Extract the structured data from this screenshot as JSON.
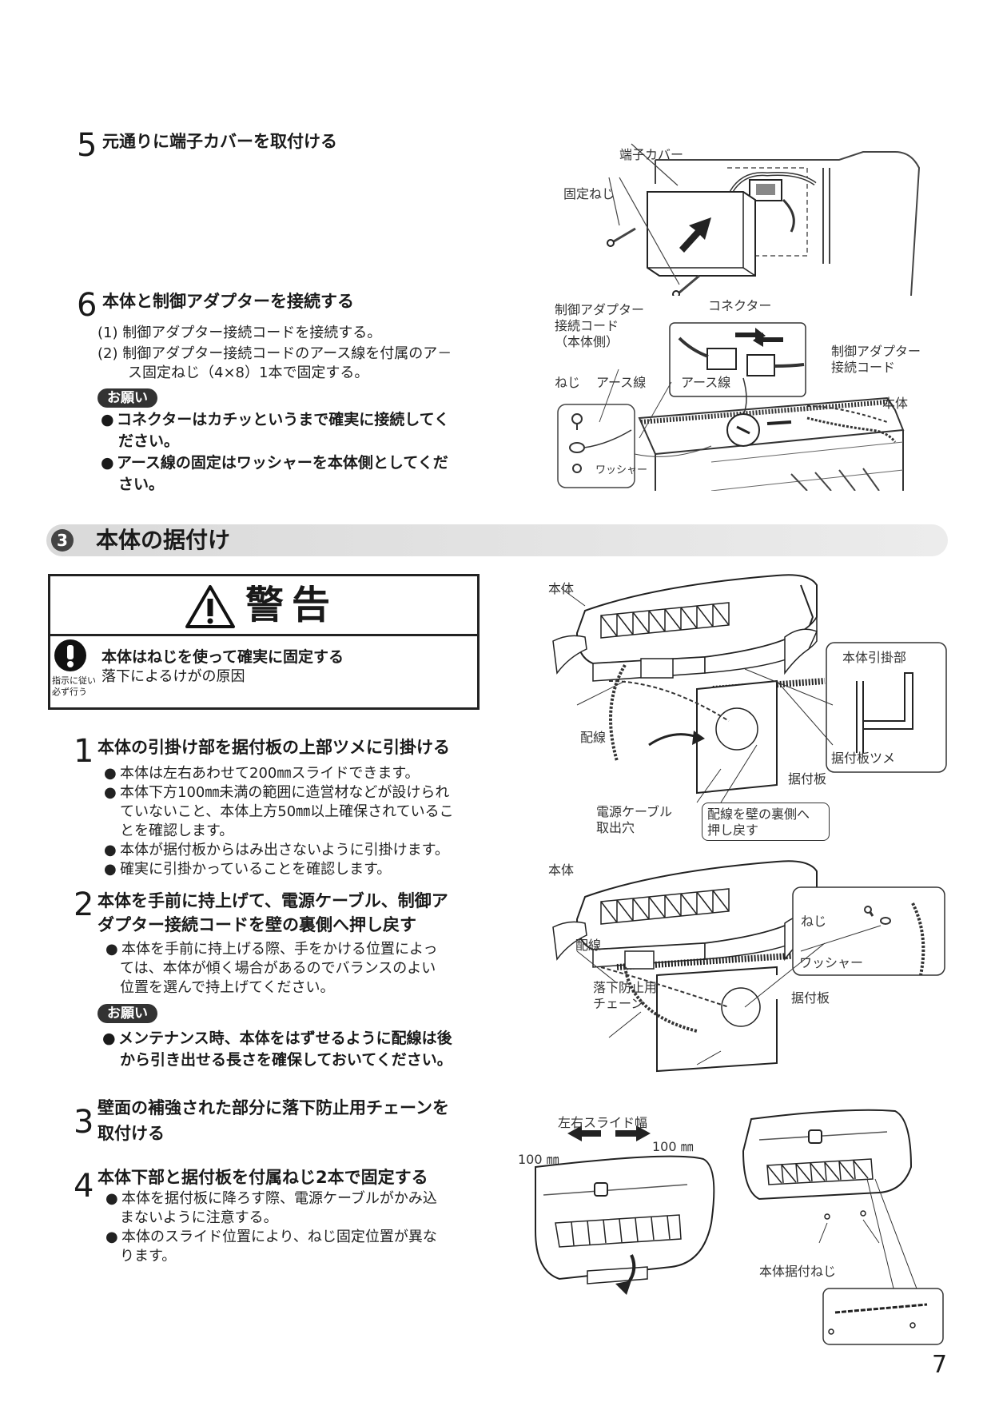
{
  "step5": {
    "num": "5",
    "title": "元通りに端子カバーを取付ける"
  },
  "fig5": {
    "label_cover": "端子カバー",
    "label_screw": "固定ねじ"
  },
  "step6": {
    "num": "6",
    "title": "本体と制御アダプターを接続する",
    "items": [
      "(1) 制御アダプター接続コードを接続する。",
      "(2) 制御アダプター接続コードのアース線を付属のア－",
      "ス固定ねじ（4×8）1本で固定する。"
    ],
    "onegai": "お願い",
    "notes": [
      {
        "bullet": "●",
        "line1": "コネクターはカチッというまで確実に接続してく",
        "line2": "ださい。"
      },
      {
        "bullet": "●",
        "line1": "アース線の固定はワッシャーを本体側としてくだ",
        "line2": "さい。"
      }
    ]
  },
  "fig6": {
    "label_cord_l1": "制御アダプター",
    "label_cord_l2": "接続コード",
    "label_cord_l3": "（本体側）",
    "label_connector": "コネクター",
    "label_cord_r1": "制御アダプター",
    "label_cord_r2": "接続コード",
    "label_screw": "ねじ",
    "label_earth": "アース線",
    "label_earth2": "アース線",
    "label_body": "本体",
    "label_washer": "ワッシャー"
  },
  "section3": {
    "num": "3",
    "title": "本体の据付け"
  },
  "warning": {
    "title": "警告",
    "line1": "本体はねじを使って確実に固定する",
    "line2": "落下によるけがの原因",
    "icon_caption1": "指示に従い",
    "icon_caption2": "必ず行う"
  },
  "s3step1": {
    "num": "1",
    "title": "本体の引掛け部を据付板の上部ツメに引掛ける",
    "bullets": [
      {
        "b": "●",
        "lines": [
          "本体は左右あわせて200㎜スライドできます。"
        ]
      },
      {
        "b": "●",
        "lines": [
          "本体下方100㎜未満の範囲に造営材などが設けられ",
          "ていないこと、本体上方50㎜以上確保されているこ",
          "とを確認します。"
        ]
      },
      {
        "b": "●",
        "lines": [
          "本体が据付板からはみ出さないように引掛けます。"
        ]
      },
      {
        "b": "●",
        "lines": [
          "確実に引掛かっていることを確認します。"
        ]
      }
    ]
  },
  "figA": {
    "label_body": "本体",
    "label_hook": "本体引掛部",
    "label_wire": "配線",
    "label_tsume": "据付板ツメ",
    "label_plate": "据付板",
    "label_hole1": "電源ケーブル",
    "label_hole2": "取出穴",
    "label_push1": "配線を壁の裏側へ",
    "label_push2": "押し戻す"
  },
  "s3step2": {
    "num": "2",
    "title_l1": "本体を手前に持上げて、電源ケーブル、制御ア",
    "title_l2": "ダプター接続コードを壁の裏側へ押し戻す",
    "bullet": "●",
    "lines": [
      "本体を手前に持上げる際、手をかける位置によっ",
      "ては、本体が傾く場合があるのでバランスのよい",
      "位置を選んで持上げてください。"
    ],
    "onegai": "お願い",
    "note_bullet": "●",
    "note_l1": "メンテナンス時、本体をはずせるように配線は後",
    "note_l2": "から引き出せる長さを確保しておいてください。"
  },
  "figB": {
    "label_body": "本体",
    "label_screw": "ねじ",
    "label_washer": "ワッシャー",
    "label_wire": "配線",
    "label_chain1": "落下防止用",
    "label_chain2": "チェーン",
    "label_plate": "据付板"
  },
  "s3step3": {
    "num": "3",
    "title_l1": "壁面の補強された部分に落下防止用チェーンを",
    "title_l2": "取付ける"
  },
  "s3step4": {
    "num": "4",
    "title": "本体下部と据付板を付属ねじ2本で固定する",
    "bullets": [
      {
        "b": "●",
        "lines": [
          "本体を据付板に降ろす際、電源ケーブルがかみ込",
          "まないように注意する。"
        ]
      },
      {
        "b": "●",
        "lines": [
          "本体のスライド位置により、ねじ固定位置が異な",
          "ります。"
        ]
      }
    ]
  },
  "figC": {
    "label_slide": "左右スライド幅",
    "label_left": "100 ㎜",
    "label_right": "100 ㎜",
    "label_screw": "本体据付ねじ"
  },
  "page_number": "7"
}
